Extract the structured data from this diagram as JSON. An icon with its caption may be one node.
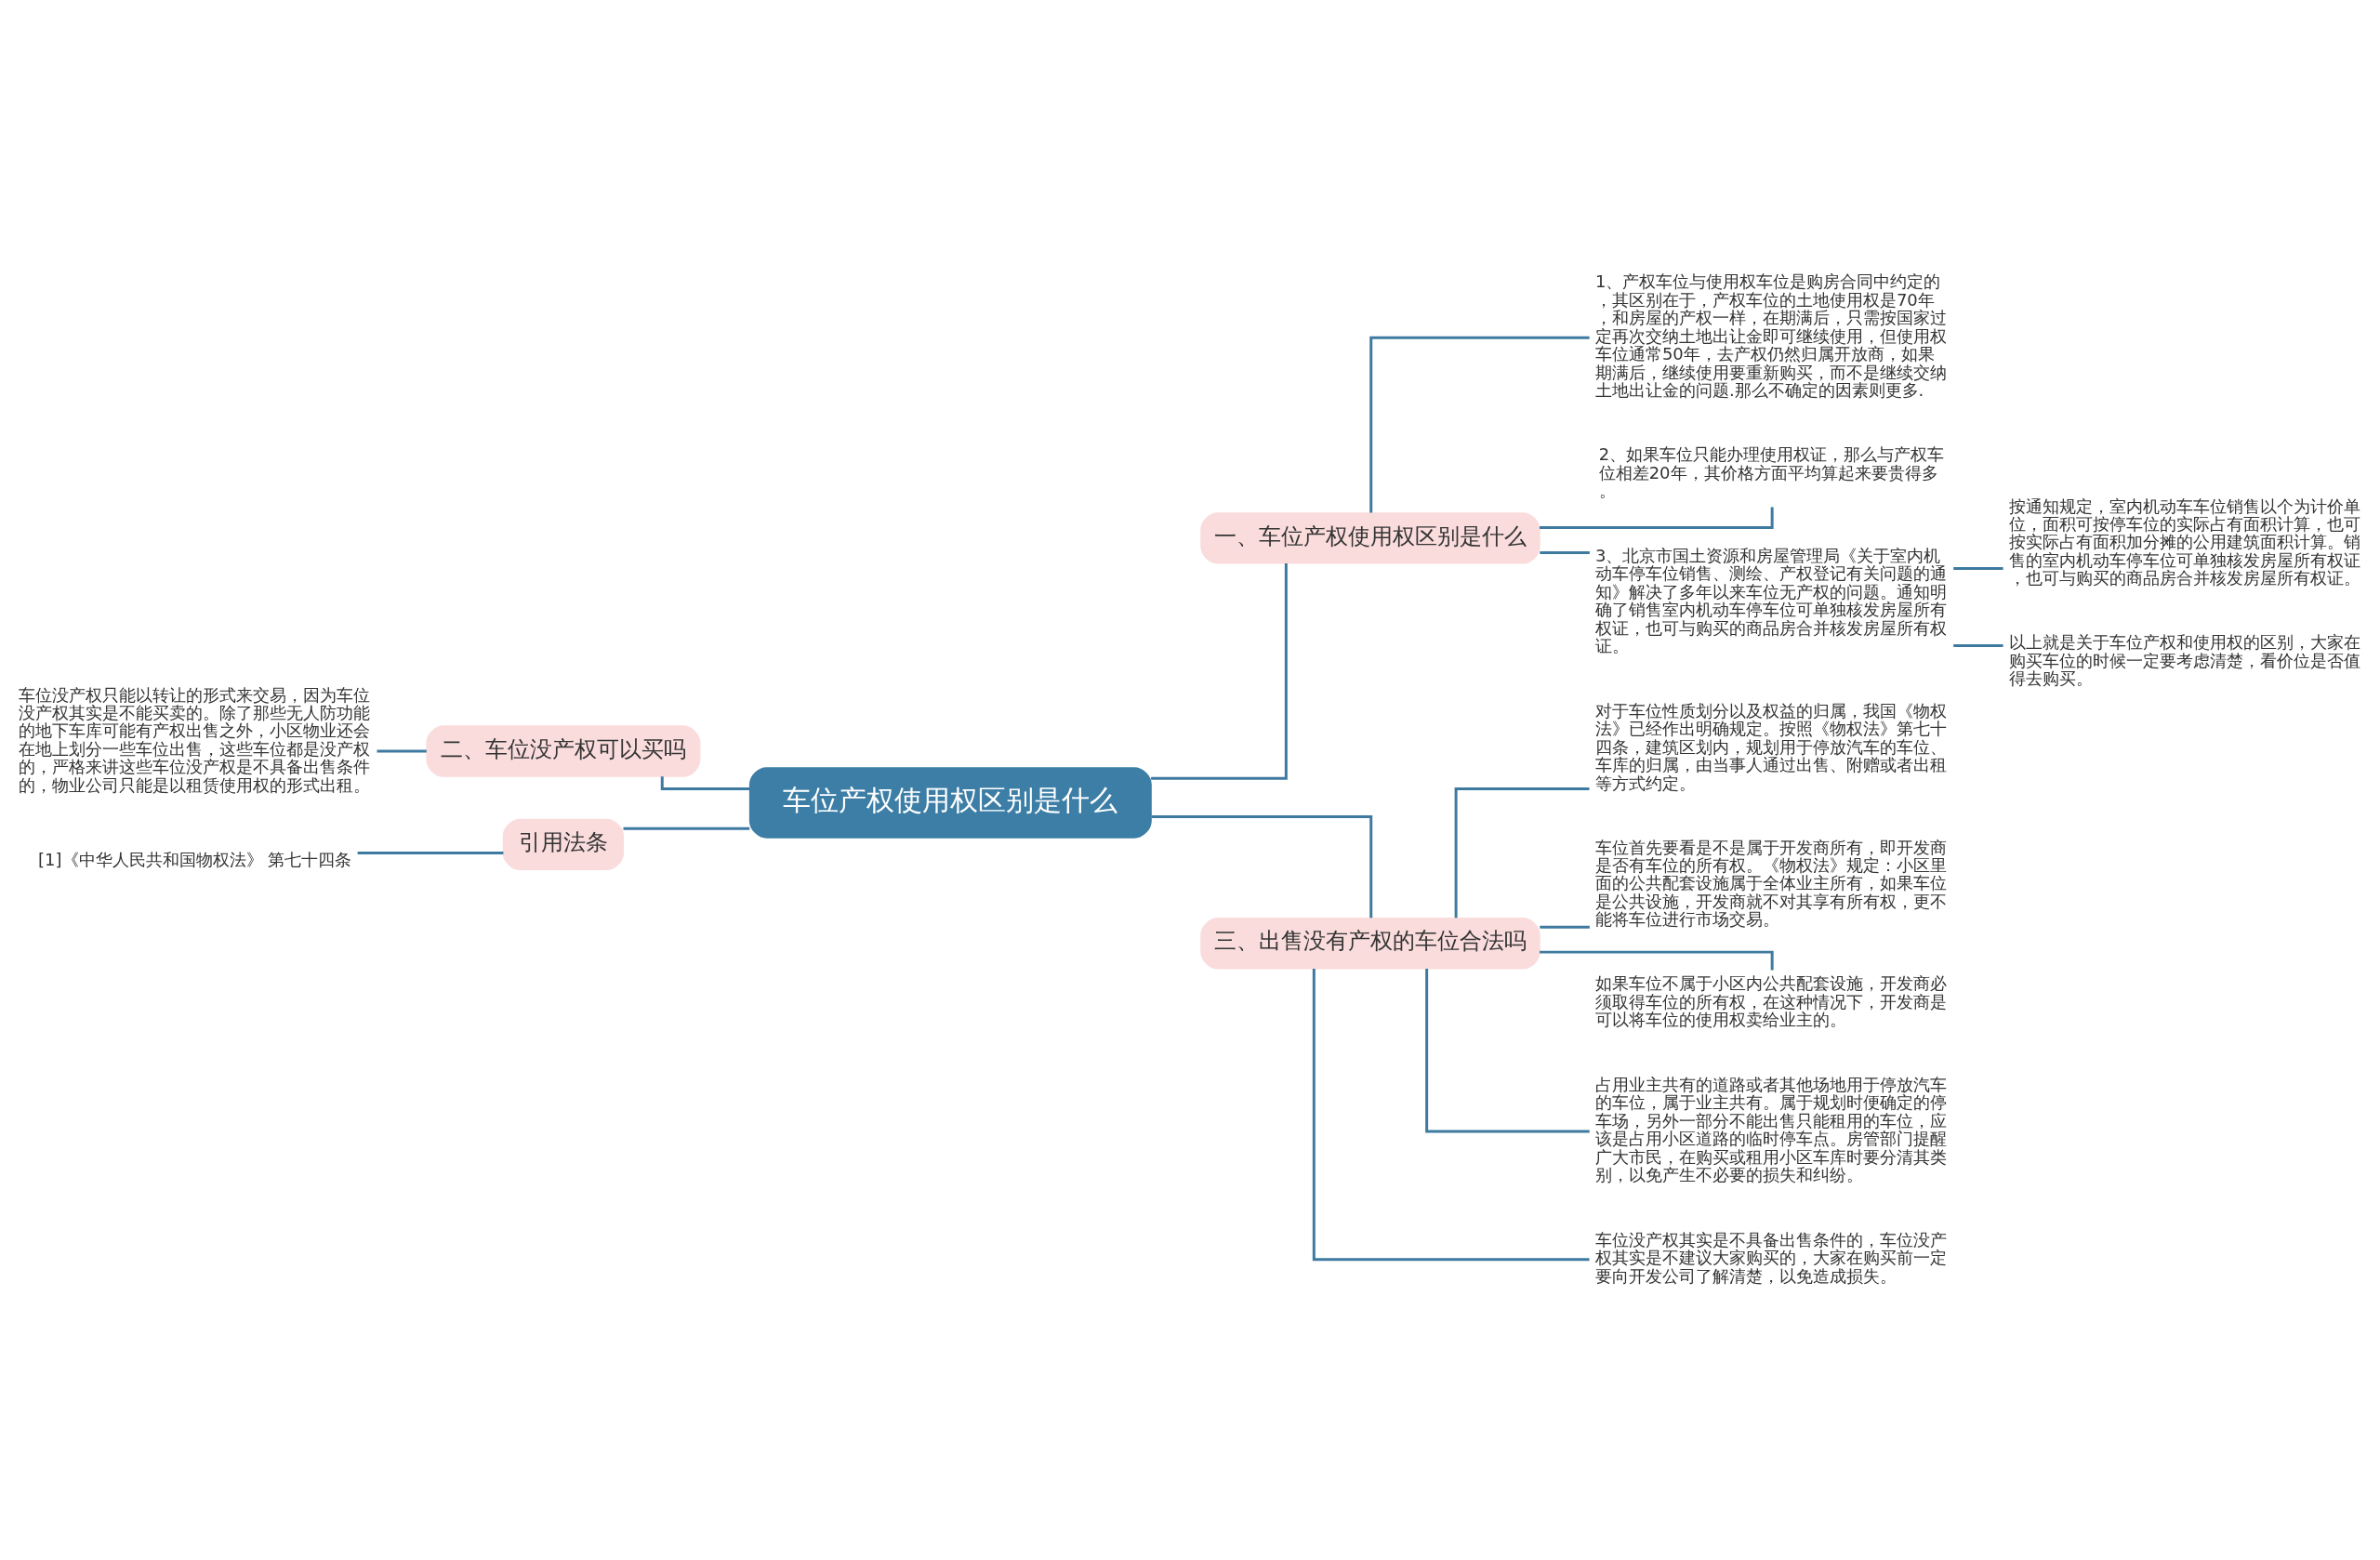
{
  "diagram": {
    "nodes": [
      {
        "text": [
          "车位产权使用权区别是什么"
        ]
      },
      {
        "text": [
          "一、车位产权使用权区别是什么"
        ]
      },
      {
        "text": [
          "1、产权车位与使用权车位是购房合同中约定的，其区别在于，产权车位的土地使用权是70年，和房屋的产权一样，在期满后，只需按国家过定再次交纳土地出让金即可继续使用，但使用权车位通常50年，去产权仍然归属开放商，如果期满后，继续使用要重新购买，而不是继续交纳土地出让金的问题.那么不确定的因素则更多."
        ]
      },
      {
        "text": [
          "2、如果车位只能办理使用权证，那么与产权车位相差20年，其价格方面平均算起来要贵得多。"
        ]
      },
      {
        "text": [
          "3、北京市国土资源和房屋管理局《关于室内机动车停车位销售、测绘、产权登记有关问题的通知》解决了多年以来车位无产权的问题。通知明确了销售室内机动车停车位可单独核发房屋所有权证，也可与购买的商品房合并核发房屋所有权证。"
        ]
      },
      {
        "text": [
          "按通知规定，室内机动车车位销售以个为计价单位，面积可按停车位的实际占有面积计算，也可按实际占有面积加分摊的公用建筑面积计算。销售的室内机动车停车位可单独核发房屋所有权证，也可与购买的商品房合并核发房屋所有权证。"
        ]
      },
      {
        "text": [
          "以上就是关于车位产权和使用权的区别，大家在购买车位的时候一定要考虑清楚，看价位是否值得去购买。"
        ]
      },
      {
        "text": [
          "二、车位没产权可以买吗"
        ]
      },
      {
        "text": [
          "车位没产权只能以转让的形式来交易，因为车位没产权其实是不能买卖的。除了那些无人防功能的地下车库可能有产权出售之外，小区物业还会在地上划分一些车位出售，这些车位都是没产权的，严格来讲这些车位没产权是不具备出售条件的，物业公司只能是以租赁使用权的形式出租。"
        ]
      },
      {
        "text": [
          "引用法条"
        ]
      },
      {
        "text": [
          "[1]《中华人民共和国物权法》 第七十四条"
        ]
      },
      {
        "text": [
          "三、出售没有产权的车位合法吗"
        ]
      },
      {
        "text": [
          "对于车位性质划分以及权益的归属，我国《物权法》已经作出明确规定。按照《物权法》第七十四条，建筑区划内，规划用于停放汽车的车位、车库的归属，由当事人通过出售、附赠或者出租等方式约定。"
        ]
      },
      {
        "text": [
          "车位首先要看是不是属于开发商所有，即开发商是否有车位的所有权。《物权法》规定：小区里面的公共配套设施属于全体业主所有，如果车位是公共设施，开发商就不对其享有所有权，更不能将车位进行市场交易。"
        ]
      },
      {
        "text": [
          "如果车位不属于小区内公共配套设施，开发商必须取得车位的所有权，在这种情况下，开发商是可以将车位的使用权卖给业主的。"
        ]
      },
      {
        "text": [
          "占用业主共有的道路或者其他场地用于停放汽车的车位，属于业主共有。属于规划时便确定的停车场，另外一部分不能出售只能租用的车位，应该是占用小区道路的临时停车点。房管部门提醒广大市民，在购买或租用小区车库时要分清其类别，以免产生不必要的损失和纠纷。"
        ]
      },
      {
        "text": [
          "车位没产权其实是不具备出售条件的，车位没产权其实是不建议大家购买的，大家在购买前一定要向开发公司了解清楚，以免造成损失。"
        ]
      }
    ],
    "edges": [
      {
        "from": 0,
        "to": 1,
        "arrow": "none"
      },
      {
        "from": 1,
        "to": 2,
        "arrow": "none"
      },
      {
        "from": 1,
        "to": 3,
        "arrow": "none"
      },
      {
        "from": 1,
        "to": 4,
        "arrow": "none"
      },
      {
        "from": 4,
        "to": 5,
        "arrow": "none"
      },
      {
        "from": 4,
        "to": 6,
        "arrow": "none"
      },
      {
        "from": 0,
        "to": 7,
        "arrow": "none"
      },
      {
        "from": 7,
        "to": 8,
        "arrow": "none"
      },
      {
        "from": 0,
        "to": 9,
        "arrow": "none"
      },
      {
        "from": 9,
        "to": 10,
        "arrow": "none"
      },
      {
        "from": 0,
        "to": 11,
        "arrow": "none"
      },
      {
        "from": 11,
        "to": 12,
        "arrow": "none"
      },
      {
        "from": 11,
        "to": 13,
        "arrow": "none"
      },
      {
        "from": 11,
        "to": 14,
        "arrow": "none"
      },
      {
        "from": 11,
        "to": 15,
        "arrow": "none"
      },
      {
        "from": 11,
        "to": 16,
        "arrow": "none"
      }
    ]
  }
}
